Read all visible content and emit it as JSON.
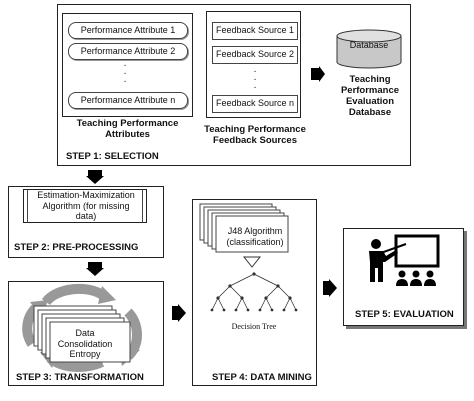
{
  "selection": {
    "attributes": [
      "Performance Attribute 1",
      "Performance Attribute 2",
      "Performance Attribute n"
    ],
    "attributes_caption": "Teaching Performance Attributes",
    "feedback_sources": [
      "Feedback Source 1",
      "Feedback Source 2",
      "Feedback Source n"
    ],
    "feedback_caption": "Teaching Performance Feedback Sources",
    "database_label": "Database",
    "database_caption": "Teaching Performance Evaluation Database",
    "step_label": "STEP 1: SELECTION"
  },
  "preprocessing": {
    "algorithm": "Estimation-Maximization Algorithm (for missing data)",
    "step_label": "STEP 2: PRE-PROCESSING"
  },
  "transformation": {
    "process": "Data Consolidation Entropy",
    "step_label": "STEP 3: TRANSFORMATION"
  },
  "data_mining": {
    "algorithm": "J48 Algorithm (classification)",
    "tree_label": "Decision Tree",
    "step_label": "STEP 4: DATA MINING"
  },
  "evaluation": {
    "step_label": "STEP 5: EVALUATION"
  },
  "ellipsis": "·\n·\n·"
}
